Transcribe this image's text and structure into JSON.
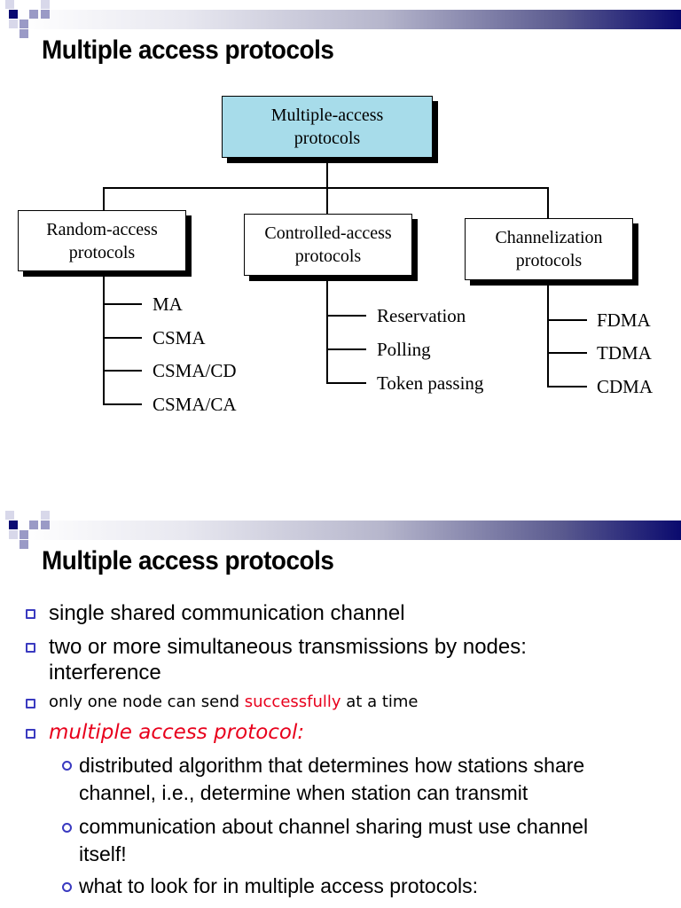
{
  "slides": [
    {
      "title": "Multiple access protocols",
      "diagram": {
        "root": {
          "line1": "Multiple-access",
          "line2": "protocols",
          "fill_color": "#a7dcea"
        },
        "branches": [
          {
            "line1": "Random-access",
            "line2": "protocols",
            "items": [
              "MA",
              "CSMA",
              "CSMA/CD",
              "CSMA/CA"
            ]
          },
          {
            "line1": "Controlled-access",
            "line2": "protocols",
            "items": [
              "Reservation",
              "Polling",
              "Token passing"
            ]
          },
          {
            "line1": "Channelization",
            "line2": "protocols",
            "items": [
              "FDMA",
              "TDMA",
              "CDMA"
            ]
          }
        ]
      }
    },
    {
      "title": "Multiple access protocols",
      "bullets": [
        {
          "text": "single shared communication channel"
        },
        {
          "line1": "two or more simultaneous transmissions by nodes:",
          "line2": "interference"
        },
        {
          "before": "only one node can send ",
          "highlight": "successfully",
          "after": " at a time"
        },
        {
          "text": "multiple access protocol:"
        }
      ],
      "sub_bullets": [
        {
          "line1": "distributed algorithm that determines how stations share",
          "line2": "channel, i.e., determine when station can transmit"
        },
        {
          "line1": "communication about channel sharing must use channel",
          "line2": "itself!"
        },
        {
          "line1": "what to look for in multiple access protocols:"
        }
      ]
    }
  ],
  "colors": {
    "accent_red": "#e8001c",
    "bullet_blue": "#3a3ac0",
    "header_navy": "#0a0a6e"
  }
}
